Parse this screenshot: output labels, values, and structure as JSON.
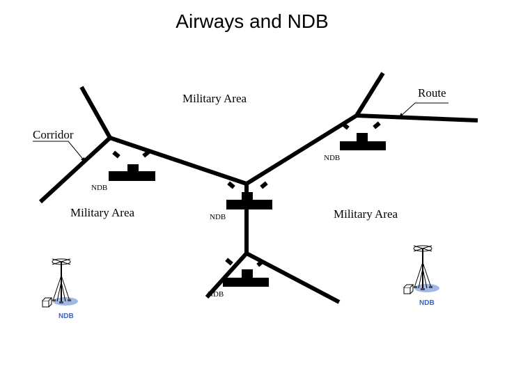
{
  "title": "Airways and NDB",
  "labels": {
    "military_area": "Military Area",
    "route": "Route",
    "corridor": "Corridor",
    "ndb": "NDB"
  },
  "colors": {
    "line": "#000000",
    "ndb_blue": "#3a5fc8",
    "ground_disc": "#9fb8e6"
  },
  "icons": [
    "ndb-beacon-icon",
    "aircraft-icon",
    "antenna-icon",
    "equipment-box-icon"
  ]
}
